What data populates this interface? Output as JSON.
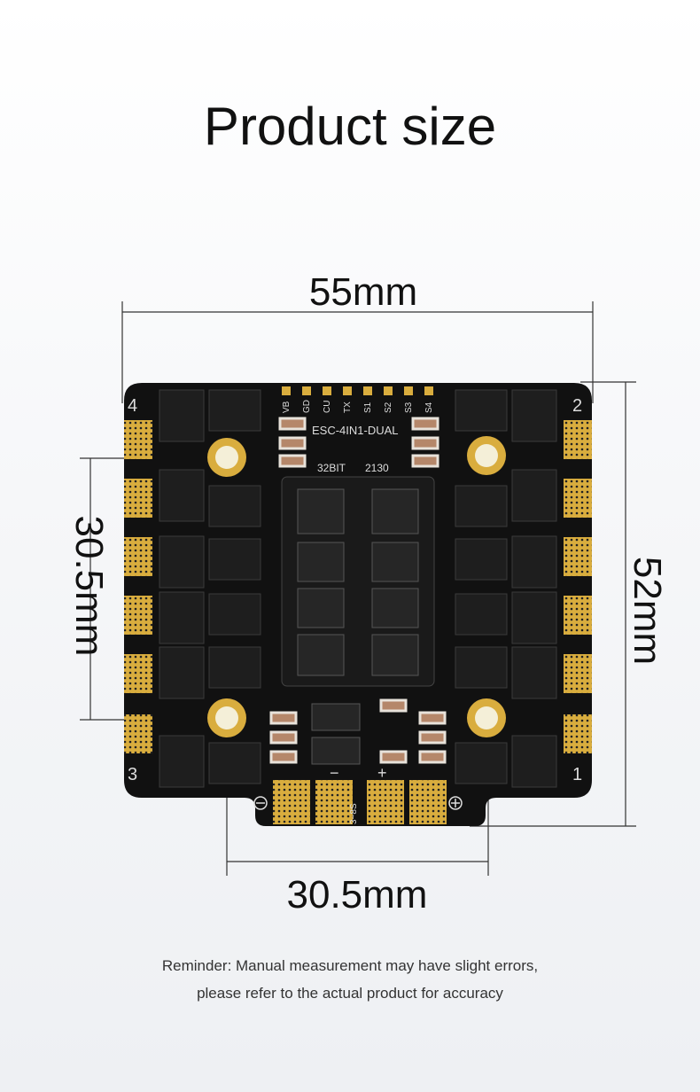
{
  "title": "Product size",
  "dimensions": {
    "width": "55mm",
    "height": "52mm",
    "mount_vertical": "30.5mm",
    "mount_horizontal": "30.5mm"
  },
  "board": {
    "model": "ESC-4IN1-DUAL",
    "firmware": "32BIT",
    "code": "2130",
    "pads": [
      "VB",
      "GD",
      "CU",
      "TX",
      "S1",
      "S2",
      "S3",
      "S4"
    ],
    "corner_numbers": [
      "4",
      "2",
      "3",
      "1"
    ],
    "voltage": "3~8S",
    "minus_sign": "−",
    "plus_sign": "+",
    "colors": {
      "pcb": "#111111",
      "gold": "#d6a93a",
      "mosfet": "#1c1c1c"
    }
  },
  "reminder": {
    "line1": "Reminder: Manual measurement may have slight errors,",
    "line2": "please refer to the actual product for accuracy"
  }
}
